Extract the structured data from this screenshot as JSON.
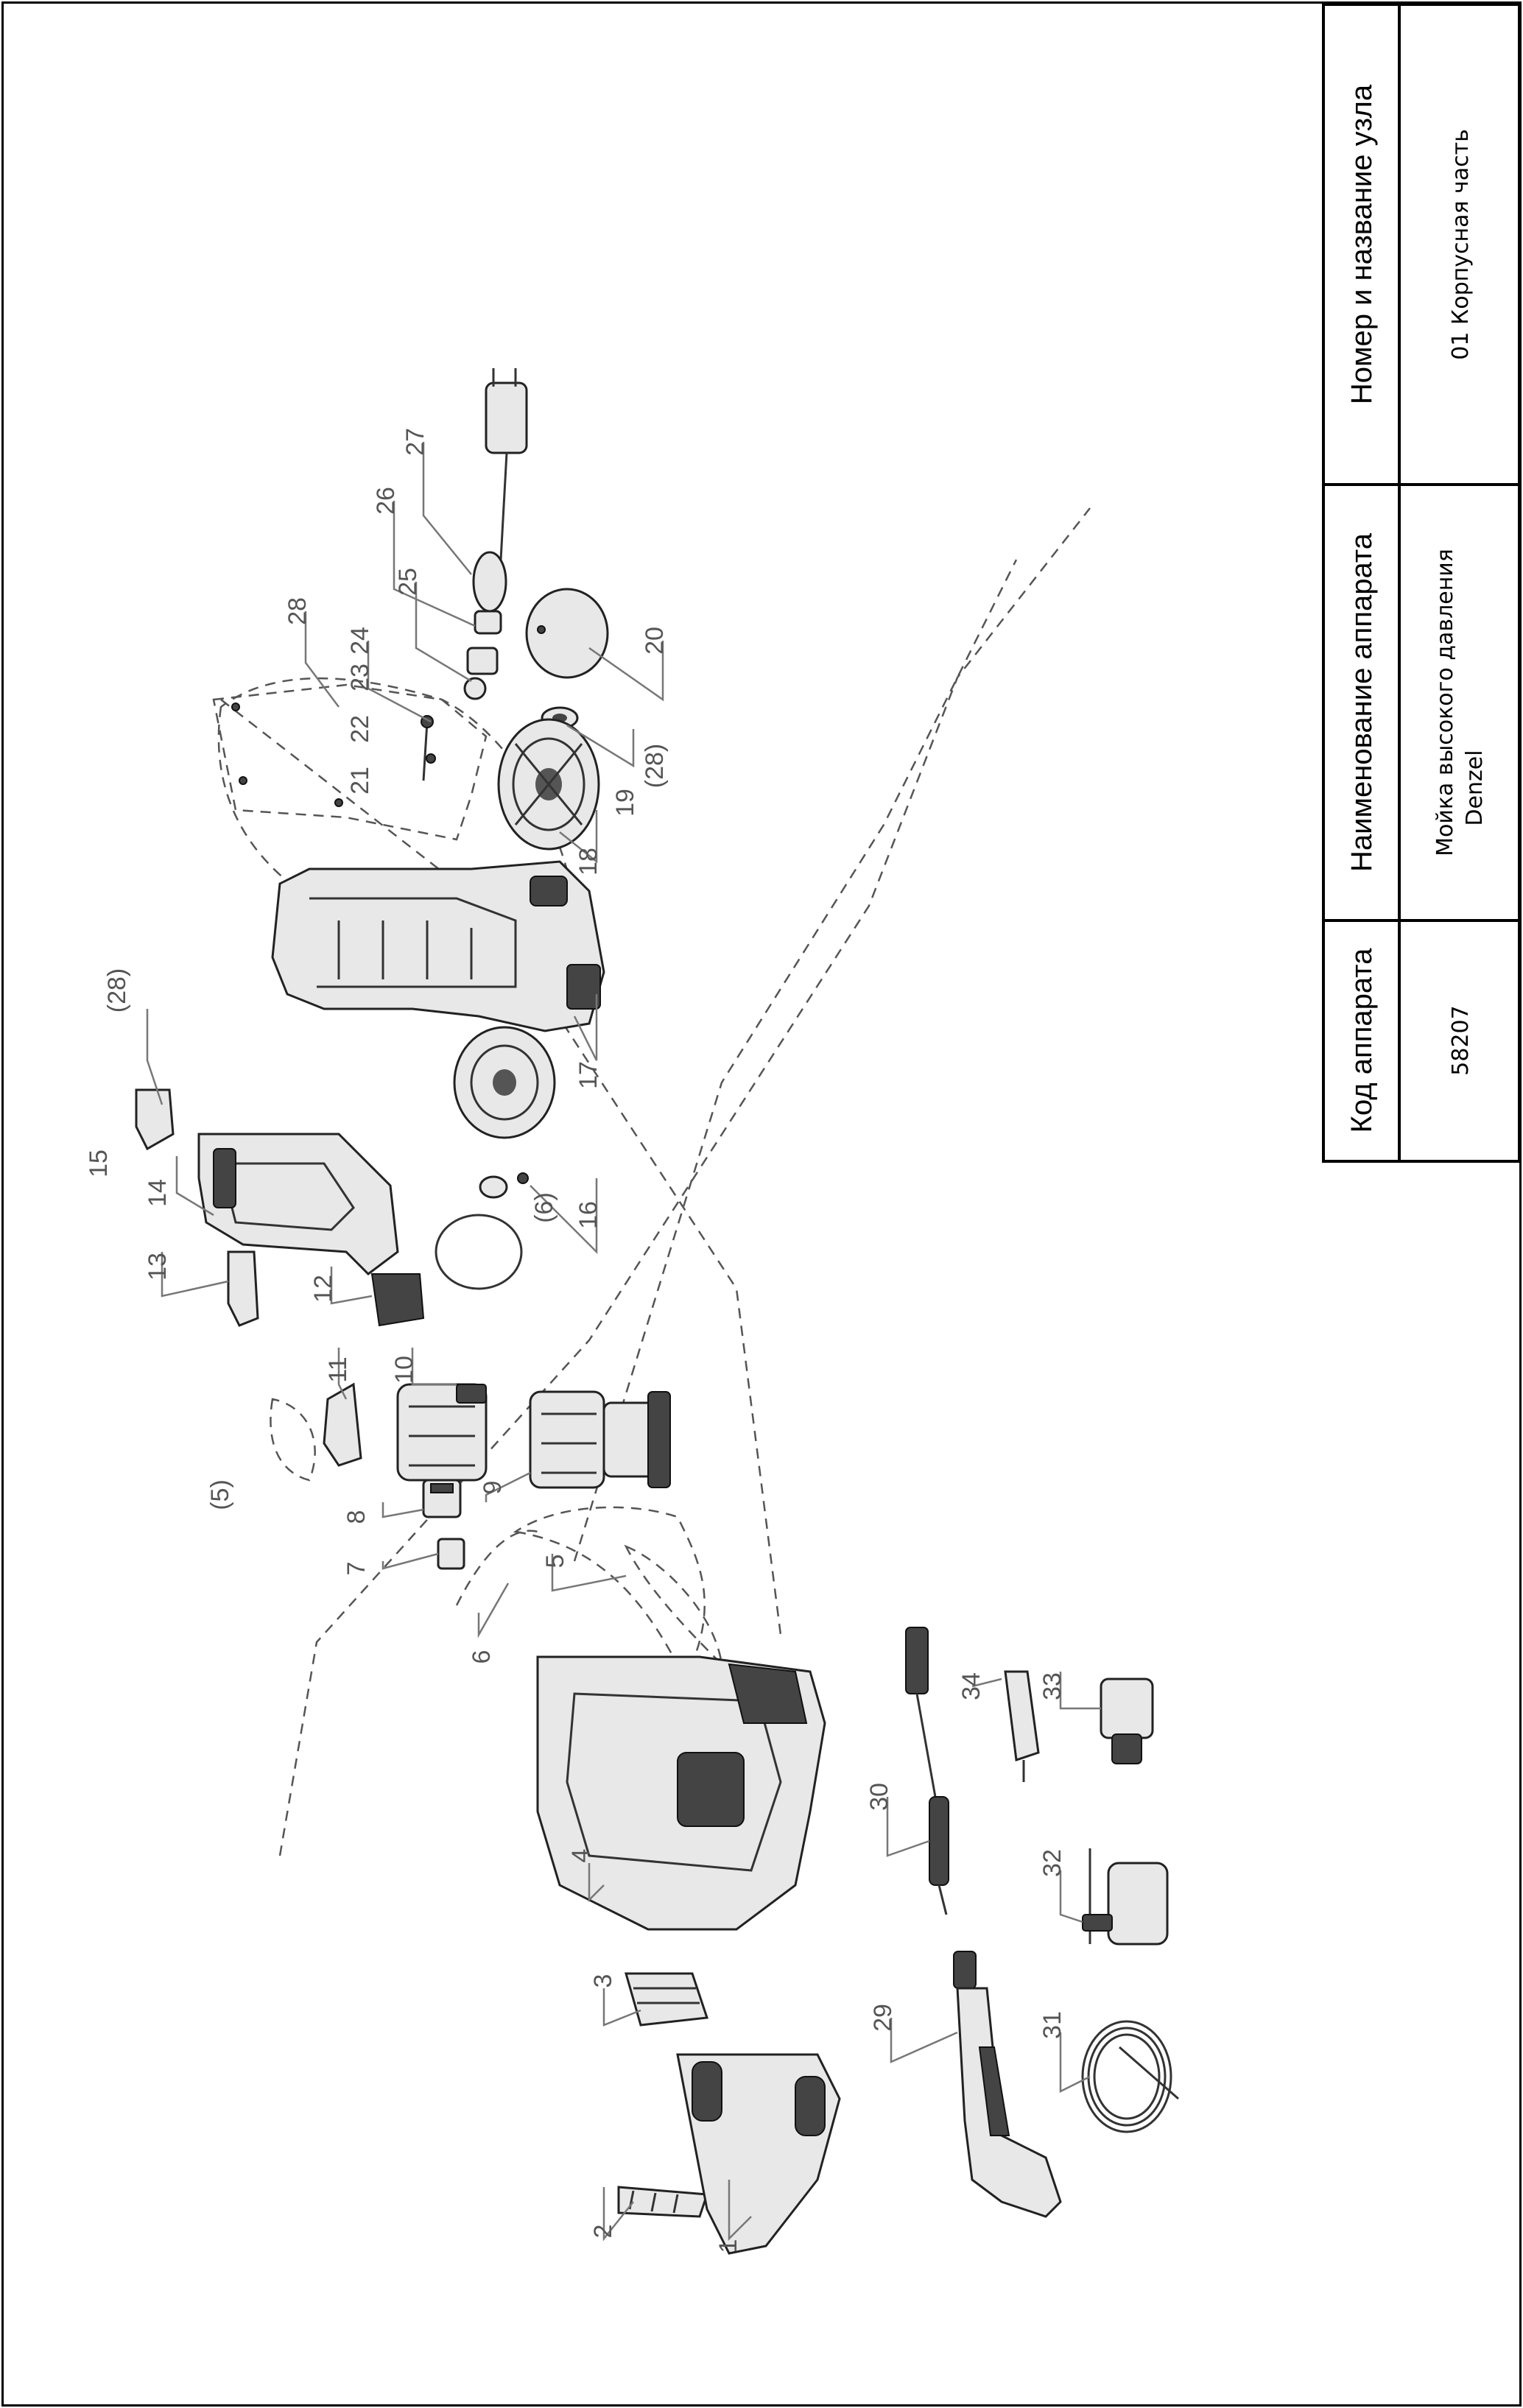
{
  "title_block": {
    "col1_header": "Код аппарата",
    "col1_value": "58207",
    "col2_header": "Наименование аппарата",
    "col2_value_line1": "Мойка высокого давления",
    "col2_value_line2": "Denzel",
    "col3_header": "Номер и название узла",
    "col3_value": "01 Корпусная часть"
  },
  "callouts": {
    "c1": "1",
    "c2": "2",
    "c3": "3",
    "c4": "4",
    "c5": "5",
    "c5r": "(5)",
    "c6": "6",
    "c6r": "(6)",
    "c7": "7",
    "c8": "8",
    "c9": "9",
    "c10": "10",
    "c11": "11",
    "c12": "12",
    "c13": "13",
    "c14": "14",
    "c15": "15",
    "c16": "16",
    "c17": "17",
    "c18": "18",
    "c19": "19",
    "c20": "20",
    "c21": "21",
    "c22": "22",
    "c23": "23",
    "c24": "24",
    "c25": "25",
    "c26": "26",
    "c27": "27",
    "c28": "28",
    "c28a": "(28)",
    "c28b": "(28)",
    "c29": "29",
    "c30": "30",
    "c31": "31",
    "c32": "32",
    "c33": "33",
    "c34": "34"
  }
}
